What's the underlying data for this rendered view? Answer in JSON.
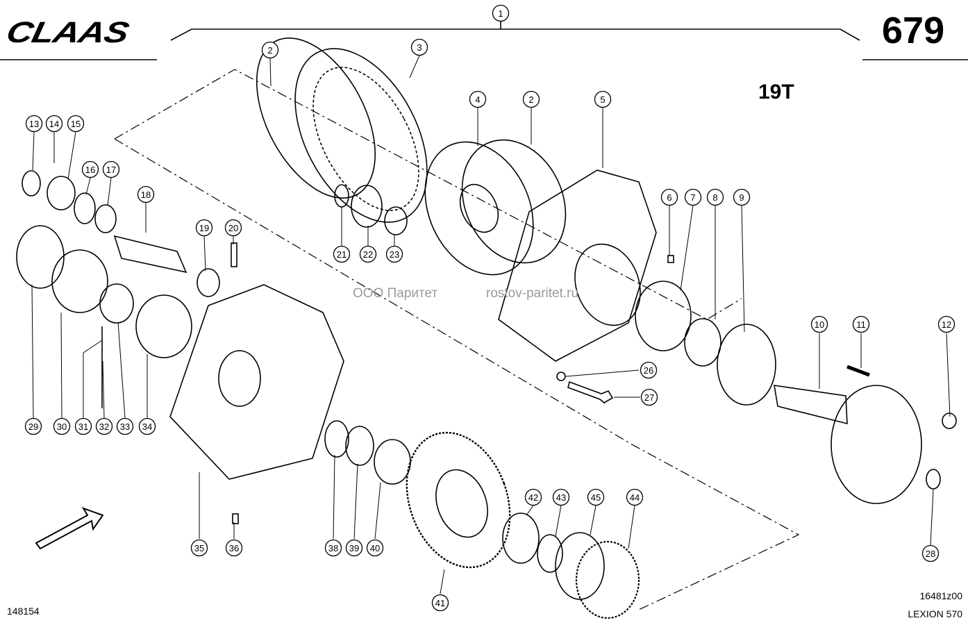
{
  "header": {
    "brand": "CLAAS",
    "page_number": "679"
  },
  "diagram": {
    "variant_label": "19T"
  },
  "watermark": {
    "left": "ООО Паритет",
    "right": "rostov-paritet.ru"
  },
  "footer": {
    "left_number": "148154",
    "drawing_code": "16481z00",
    "model": "LEXION 570"
  },
  "callouts": [
    "1",
    "2",
    "3",
    "2",
    "4",
    "5",
    "6",
    "7",
    "8",
    "9",
    "10",
    "11",
    "12",
    "13",
    "14",
    "15",
    "16",
    "17",
    "18",
    "19",
    "20",
    "21",
    "22",
    "23",
    "26",
    "27",
    "29",
    "30",
    "31",
    "32",
    "33",
    "34",
    "35",
    "36",
    "38",
    "39",
    "40",
    "41",
    "42",
    "43",
    "44",
    "45",
    "28"
  ]
}
